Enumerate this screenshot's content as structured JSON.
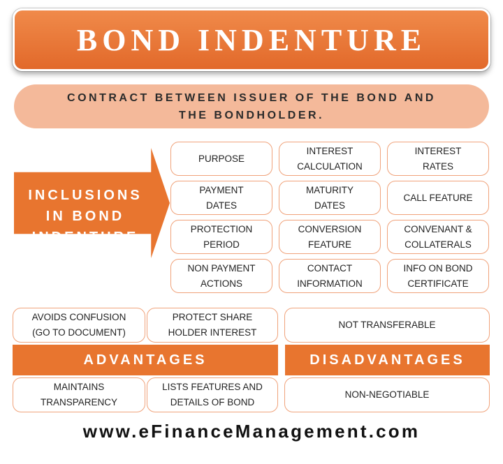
{
  "title": "BOND INDENTURE",
  "subtitle": [
    "CONTRACT BETWEEN ISSUER OF THE BOND AND",
    "THE BONDHOLDER."
  ],
  "inclusions": {
    "heading": [
      "INCLUSIONS",
      "IN BOND",
      "INDENTURE"
    ],
    "items": [
      [
        "PURPOSE"
      ],
      [
        "INTEREST",
        "CALCULATION"
      ],
      [
        "INTEREST",
        "RATES"
      ],
      [
        "PAYMENT",
        "DATES"
      ],
      [
        "MATURITY",
        "DATES"
      ],
      [
        "CALL FEATURE"
      ],
      [
        "PROTECTION",
        "PERIOD"
      ],
      [
        "CONVERSION",
        "FEATURE"
      ],
      [
        "CONVENANT &",
        "COLLATERALS"
      ],
      [
        "NON PAYMENT",
        "ACTIONS"
      ],
      [
        "CONTACT",
        "INFORMATION"
      ],
      [
        "INFO ON BOND",
        "CERTIFICATE"
      ]
    ]
  },
  "advantages": {
    "label": "ADVANTAGES",
    "items": [
      [
        "AVOIDS CONFUSION",
        "(GO TO DOCUMENT)"
      ],
      [
        "PROTECT SHARE",
        "HOLDER INTEREST"
      ],
      [
        "MAINTAINS",
        "TRANSPARENCY"
      ],
      [
        "LISTS FEATURES AND",
        "DETAILS OF BOND"
      ]
    ]
  },
  "disadvantages": {
    "label": "DISADVANTAGES",
    "items": [
      "NOT TRANSFERABLE",
      "NON-NEGOTIABLE"
    ]
  },
  "footer": "www.eFinanceManagement.com",
  "colors": {
    "accent": "#e8752f",
    "light": "#f4b99a",
    "border": "#f0a27a",
    "text": "#222222"
  }
}
